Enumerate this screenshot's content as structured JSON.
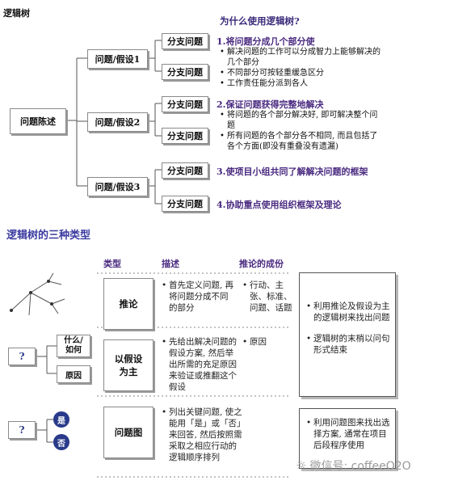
{
  "page_title": "逻辑树",
  "why_title": "为什么使用逻辑树?",
  "root": "问题陈述",
  "hypotheses": [
    "问题/假设1",
    "问题/假设2",
    "问题/假设3"
  ],
  "branch": "分支问题",
  "reasons": [
    {
      "title": "1.将问题分成几个部分使",
      "bullets": [
        "解决问题的工作可以分成智力上能够解决的几个部分",
        "不同部分可按轻重缓急区分",
        "工作责任能分派到各人"
      ]
    },
    {
      "title": "2.保证问题获得完整地解决",
      "bullets": [
        "将问题的各个部分解决好, 即可解决整个问题",
        "所有问题的各个部分各不相同, 而且包括了各个方面(即没有重叠没有遗漏)"
      ]
    },
    {
      "title": "3.使项目小组共同了解解决问题的框架",
      "bullets": []
    },
    {
      "title": "4.协助重点使用组织框架及理论",
      "bullets": []
    }
  ],
  "types_title": "逻辑树的三种类型",
  "columns": {
    "type": "类型",
    "desc": "描述",
    "elements": "推论的成份"
  },
  "types": [
    {
      "name": "推论",
      "desc": "首先定义问题, 再将问题分成不同的部分",
      "elements": "行动、主张、标准、问题、话题"
    },
    {
      "name": "以假设为主",
      "desc": "先给出解决问题的假设方案, 然后举出所需的充足原因来验证或推翻这个假设",
      "elements": "原因"
    },
    {
      "name": "问题图",
      "desc": "列出关键问题, 使之能用「是」或「否」来回答, 然后按照需采取之相应行动的逻辑顺序排列",
      "elements": ""
    }
  ],
  "notes": [
    {
      "items": [
        "利用推论及假设为主的逻辑树来找出问题",
        "逻辑树的末梢以问句形式结束"
      ]
    },
    {
      "items": [
        "利用问题图来找出选择方案, 通常在项目后段程序使用"
      ]
    }
  ],
  "icon_labels": {
    "question": "?",
    "what_how": "什么/如何",
    "reason": "原因",
    "yes": "是",
    "no": "否"
  },
  "watermark": "微信号: coffeeO2O"
}
